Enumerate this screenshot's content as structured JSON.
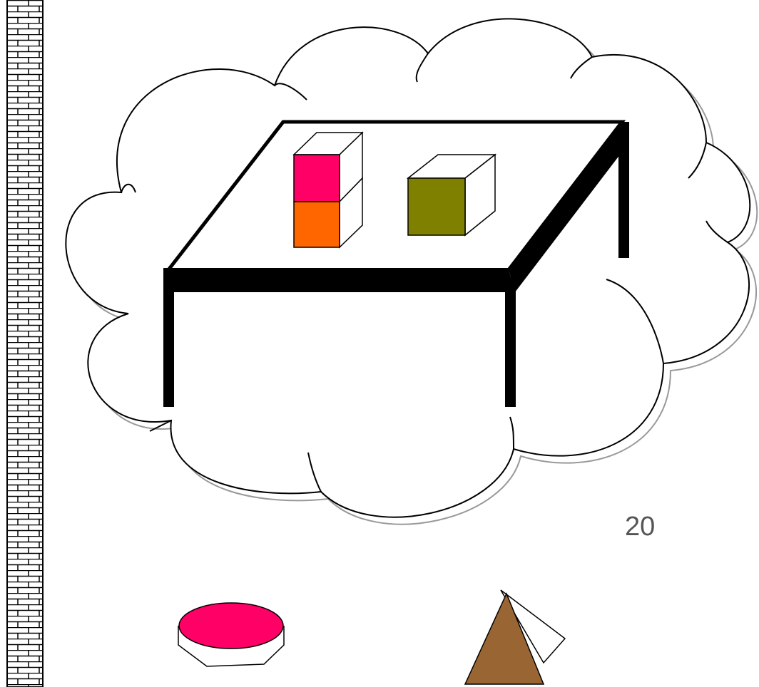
{
  "slide": {
    "page_number": "20"
  },
  "colors": {
    "background": "#ffffff",
    "outline": "#000000",
    "cloud_shadow": "#999999",
    "table": "#000000",
    "block_pink": "#ff0066",
    "block_orange": "#ff6600",
    "block_olive": "#808000",
    "cylinder_top": "#ff0066",
    "pyramid": "#996633",
    "page_number": "#555555"
  },
  "scene": {
    "thought_cloud": "cloud-shape",
    "on_table": [
      "pink-block",
      "orange-block",
      "olive-block"
    ],
    "stack": [
      "pink-block",
      "orange-block"
    ],
    "outside_cloud": [
      "pink-cylinder",
      "brown-pyramid"
    ],
    "left_edge": "brick-wall"
  }
}
